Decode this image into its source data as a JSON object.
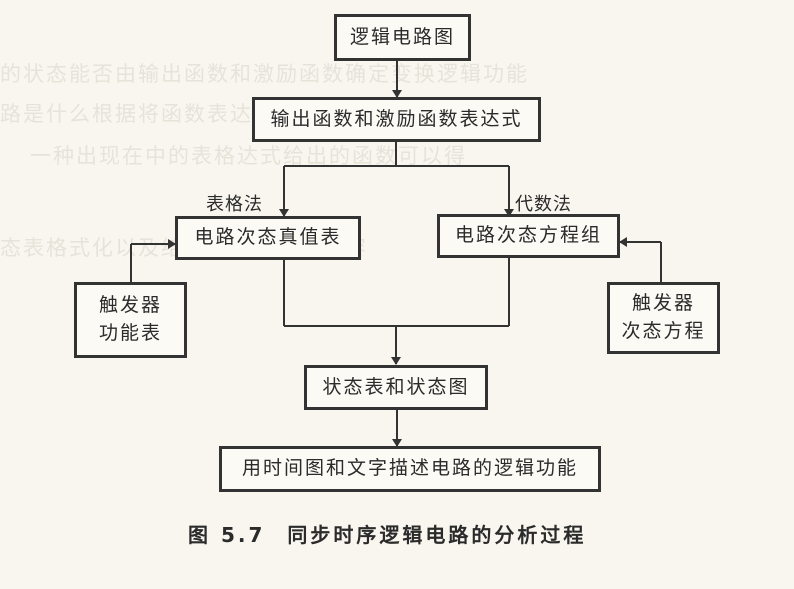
{
  "figure": {
    "caption_label": "图 5.7",
    "caption_title": "同步时序逻辑电路的分析过程"
  },
  "nodes": {
    "logic_circuit": "逻辑电路图",
    "expressions": "输出函数和激励函数表达式",
    "truth_table": "电路次态真值表",
    "equations": "电路次态方程组",
    "ff_function_table": [
      "触发器",
      "功能表"
    ],
    "ff_next_state_eq": [
      "触发器",
      "次态方程"
    ],
    "state_table_diagram": "状态表和状态图",
    "describe_function": "用时间图和文字描述电路的逻辑功能"
  },
  "edge_labels": {
    "table_method": "表格法",
    "algebra_method": "代数法"
  },
  "colors": {
    "line": "#333333",
    "paper": "#f8f6ef",
    "bleed_text": "#d9d4c8"
  }
}
